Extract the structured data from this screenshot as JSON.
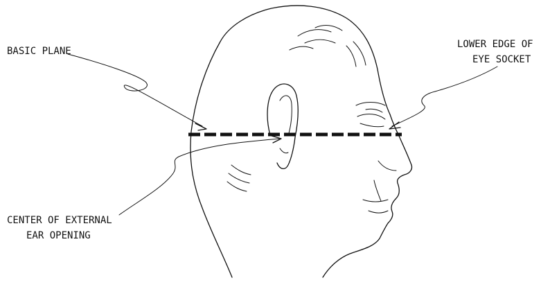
{
  "labels": {
    "basic_plane": "BASIC PLANE",
    "lower_edge_line1": "LOWER EDGE OF",
    "lower_edge_line2": "EYE SOCKET",
    "ear_line1": "CENTER OF EXTERNAL",
    "ear_line2": "EAR OPENING"
  },
  "colors": {
    "ink": "#111111",
    "background": "#ffffff"
  }
}
